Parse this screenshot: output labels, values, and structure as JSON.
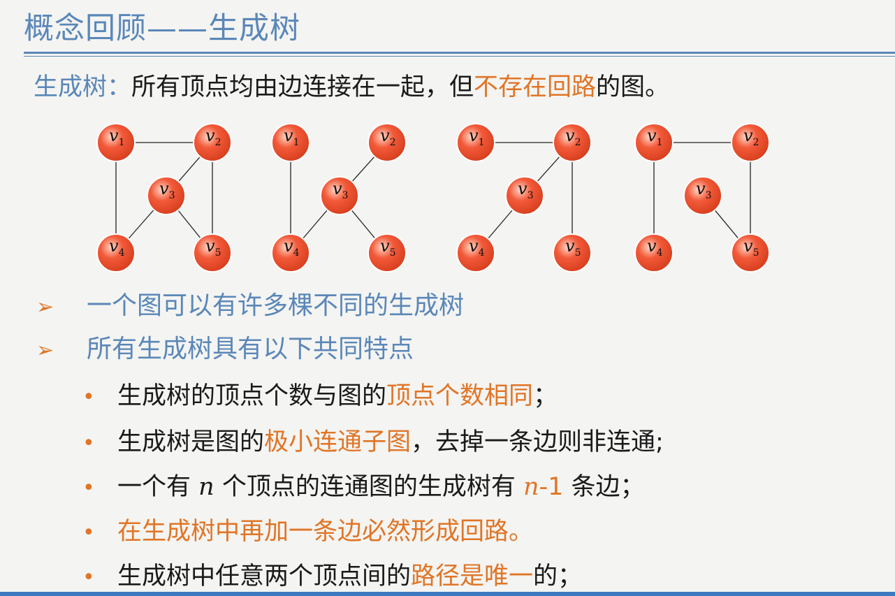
{
  "title": "概念回顾——生成树",
  "definition": {
    "term": "生成树：",
    "text_before": "所有顶点均由边连接在一起，但",
    "highlight": "不存在回路",
    "text_after": "的图。"
  },
  "graphs": [
    {
      "edges": [
        [
          "v1",
          "v2"
        ],
        [
          "v1",
          "v4"
        ],
        [
          "v2",
          "v3"
        ],
        [
          "v2",
          "v5"
        ],
        [
          "v3",
          "v4"
        ],
        [
          "v3",
          "v5"
        ]
      ]
    },
    {
      "edges": [
        [
          "v1",
          "v4"
        ],
        [
          "v3",
          "v2"
        ],
        [
          "v3",
          "v4"
        ],
        [
          "v3",
          "v5"
        ]
      ]
    },
    {
      "edges": [
        [
          "v1",
          "v2"
        ],
        [
          "v2",
          "v3"
        ],
        [
          "v2",
          "v5"
        ],
        [
          "v3",
          "v4"
        ]
      ]
    },
    {
      "edges": [
        [
          "v1",
          "v2"
        ],
        [
          "v1",
          "v4"
        ],
        [
          "v2",
          "v5"
        ],
        [
          "v3",
          "v5"
        ]
      ]
    }
  ],
  "vertex_labels": {
    "v1": {
      "letter": "v",
      "sub": "1"
    },
    "v2": {
      "letter": "v",
      "sub": "2"
    },
    "v3": {
      "letter": "v",
      "sub": "3"
    },
    "v4": {
      "letter": "v",
      "sub": "4"
    },
    "v5": {
      "letter": "v",
      "sub": "5"
    }
  },
  "colors": {
    "accent_blue": "#5a87b8",
    "accent_orange": "#e07526",
    "node_fill": "#f25a3a",
    "bottom_bar": "#3d79c0"
  },
  "main_bullets": [
    {
      "marker": "➢",
      "text": "一个图可以有许多棵不同的生成树"
    },
    {
      "marker": "➢",
      "text": "所有生成树具有以下共同特点"
    }
  ],
  "sub_bullets": [
    {
      "marker": "•",
      "a": "生成树的顶点个数与图的",
      "b": "顶点个数相同",
      "c": "；"
    },
    {
      "marker": "•",
      "a": "生成树是图的",
      "b": "极小连通子图",
      "c": "，去掉一条边则非连通;"
    },
    {
      "marker": "•",
      "a": "一个有 ",
      "n": "n",
      "a2": " 个顶点的连通图的生成树有 ",
      "n2": "n",
      "b": "-1",
      "c": " 条边；"
    },
    {
      "marker": "•",
      "b": "在生成树中再加一条边必然形成回路。"
    },
    {
      "marker": "•",
      "a": "生成树中任意两个顶点间的",
      "b": "路径是唯一",
      "c": "的；"
    }
  ]
}
